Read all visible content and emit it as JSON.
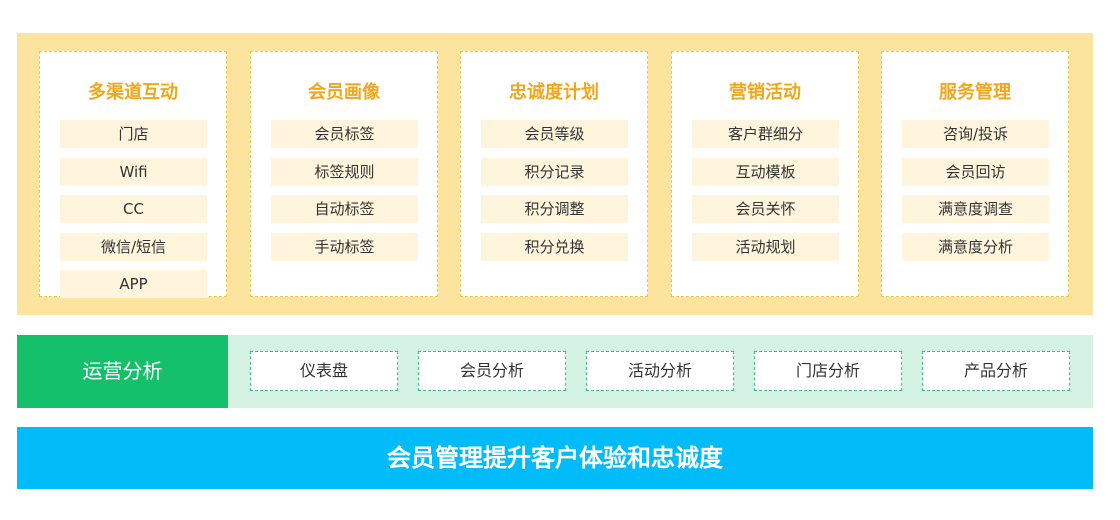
{
  "modules": [
    {
      "title": "多渠道互动",
      "items": [
        "门店",
        "Wifi",
        "CC",
        "微信/短信",
        "APP"
      ]
    },
    {
      "title": "会员画像",
      "items": [
        "会员标签",
        "标签规则",
        "自动标签",
        "手动标签"
      ]
    },
    {
      "title": "忠诚度计划",
      "items": [
        "会员等级",
        "积分记录",
        "积分调整",
        "积分兑换"
      ]
    },
    {
      "title": "营销活动",
      "items": [
        "客户群细分",
        "互动模板",
        "会员关怀",
        "活动规划"
      ]
    },
    {
      "title": "服务管理",
      "items": [
        "咨询/投诉",
        "会员回访",
        "满意度调查",
        "满意度分析"
      ]
    }
  ],
  "operations": {
    "label": "运营分析",
    "items": [
      "仪表盘",
      "会员分析",
      "活动分析",
      "门店分析",
      "产品分析"
    ]
  },
  "goal": "会员管理提升客户体验和忠诚度",
  "colors": {
    "top_band": "#fde49e",
    "card_title": "#f2a71b",
    "item_bg": "#fef5dc",
    "ops_band": "#d4f2e3",
    "ops_label_bg": "#15c06b",
    "goal_bg": "#01bcf8"
  }
}
